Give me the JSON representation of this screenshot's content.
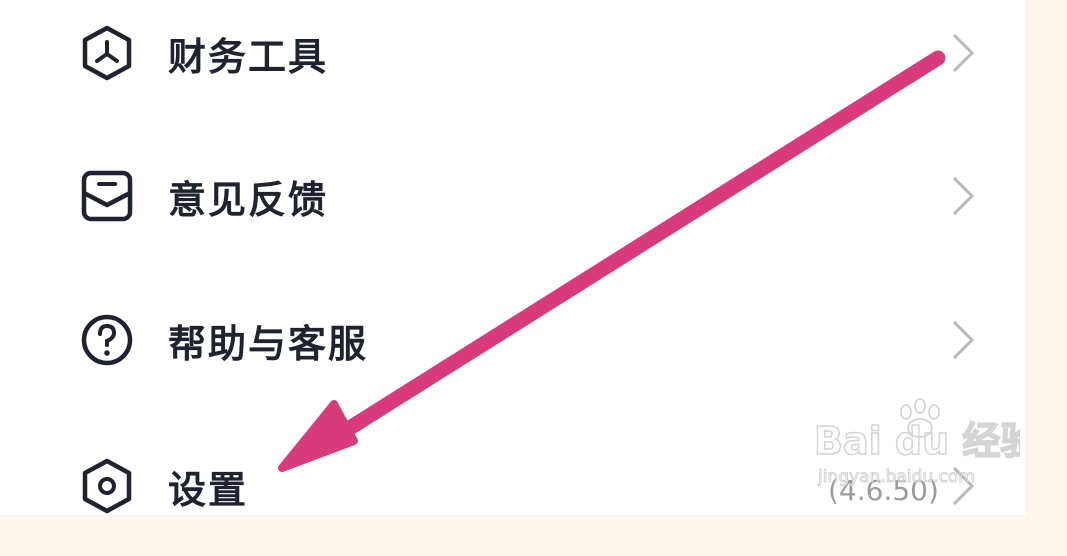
{
  "menu": {
    "items": [
      {
        "label": "财务工具",
        "icon": "hexagon-tool-icon"
      },
      {
        "label": "意见反馈",
        "icon": "envelope-icon"
      },
      {
        "label": "帮助与客服",
        "icon": "question-circle-icon"
      },
      {
        "label": "设置",
        "icon": "settings-hexagon-icon"
      }
    ],
    "version": "(4.6.50)"
  },
  "watermark": {
    "brand": "Bai du 经验",
    "url": "jingyan.baidu.com"
  },
  "colors": {
    "arrow": "#d93b7a",
    "text": "#1f2330",
    "chevron": "#b9b9b9"
  }
}
